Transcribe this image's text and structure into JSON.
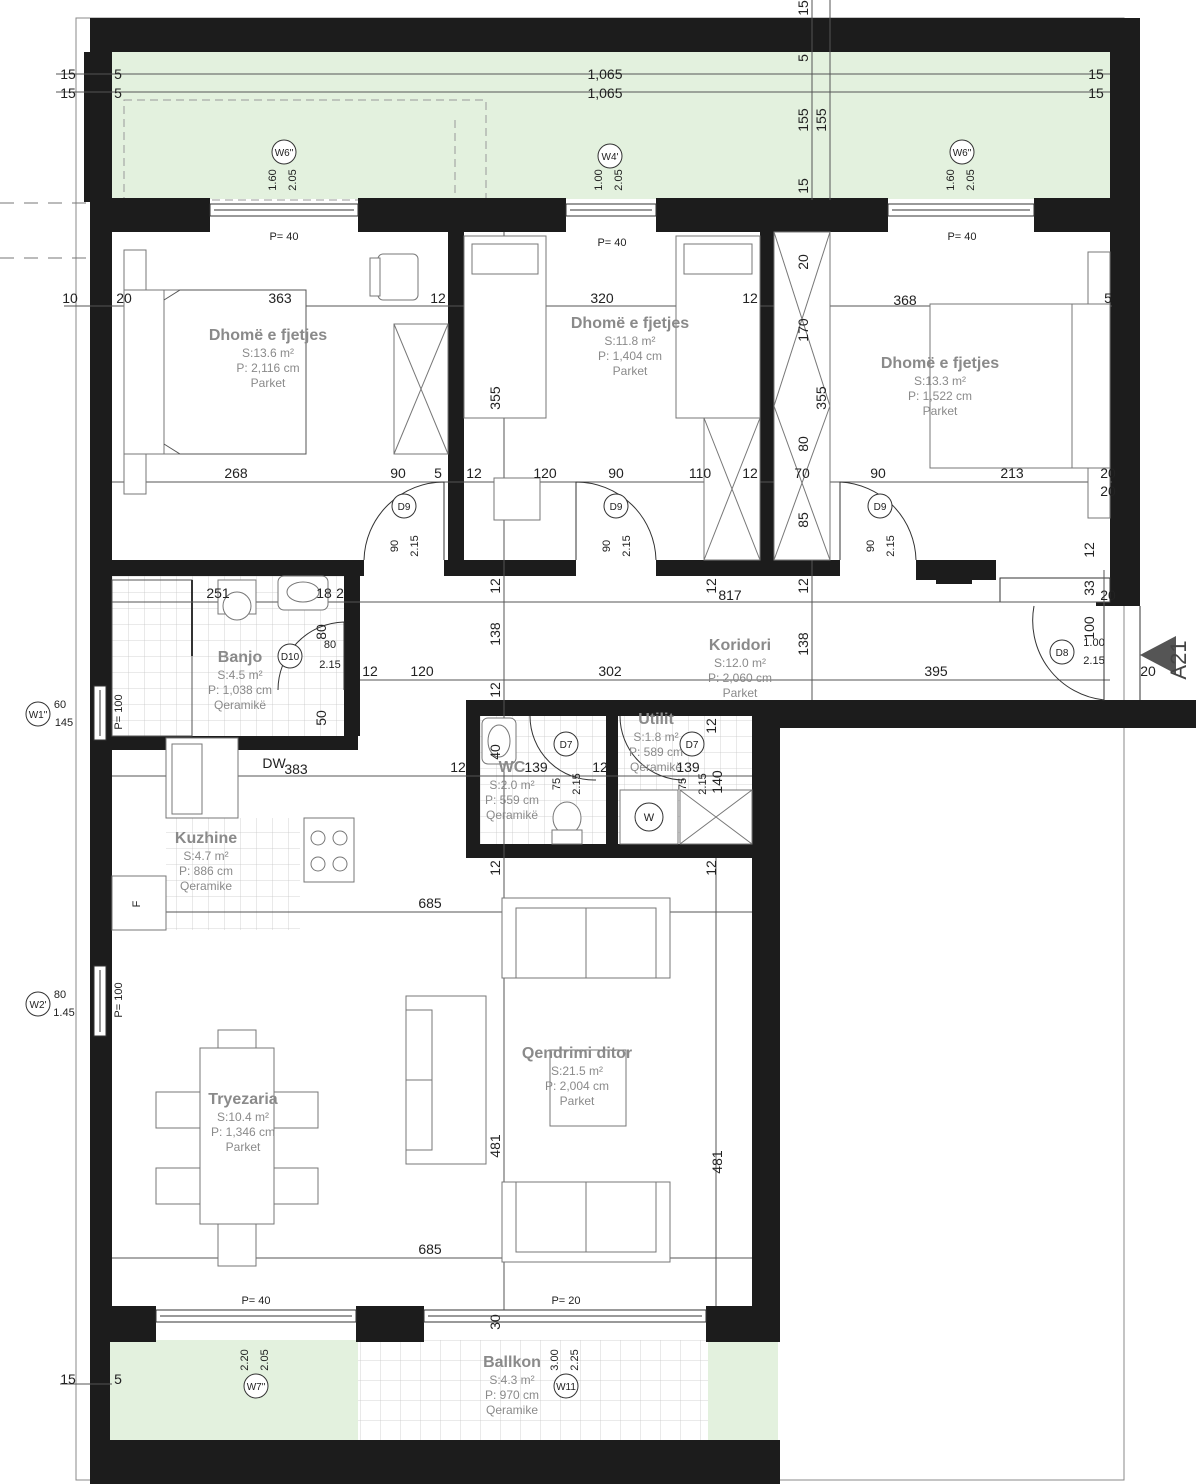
{
  "rooms": [
    {
      "name": "Dhomë e fjetjes",
      "area": "S:13.6 m²",
      "perimeter": "P: 2,116 cm",
      "floor": "Parket"
    },
    {
      "name": "Dhomë e fjetjes",
      "area": "S:11.8 m²",
      "perimeter": "P: 1,404 cm",
      "floor": "Parket"
    },
    {
      "name": "Dhomë e fjetjes",
      "area": "S:13.3 m²",
      "perimeter": "P: 1,522 cm",
      "floor": "Parket"
    },
    {
      "name": "Banjo",
      "area": "S:4.5 m²",
      "perimeter": "P: 1,038 cm",
      "floor": "Qeramikë"
    },
    {
      "name": "Koridori",
      "area": "S:12.0 m²",
      "perimeter": "P: 2,060 cm",
      "floor": "Parket"
    },
    {
      "name": "Utilit",
      "area": "S:1.8 m²",
      "perimeter": "P: 589 cm",
      "floor": "Qeramikë"
    },
    {
      "name": "WC",
      "area": "S:2.0 m²",
      "perimeter": "P: 559 cm",
      "floor": "Qeramikë"
    },
    {
      "name": "Kuzhine",
      "area": "S:4.7 m²",
      "perimeter": "P: 886 cm",
      "floor": "Qeramike"
    },
    {
      "name": "Qendrimi ditor",
      "area": "S:21.5 m²",
      "perimeter": "P: 2,004 cm",
      "floor": "Parket"
    },
    {
      "name": "Tryezaria",
      "area": "S:10.4 m²",
      "perimeter": "P: 1,346 cm",
      "floor": "Parket"
    },
    {
      "name": "Ballkon",
      "area": "S:4.3 m²",
      "perimeter": "P: 970 cm",
      "floor": "Qeramike"
    }
  ],
  "windows": [
    {
      "tag": "W6\"",
      "h1": "1.60",
      "h2": "2.05",
      "sill": "P= 40"
    },
    {
      "tag": "W4'",
      "h1": "1.00",
      "h2": "2.05",
      "sill": "P= 40"
    },
    {
      "tag": "W6\"",
      "h1": "1.60",
      "h2": "2.05",
      "sill": "P= 40"
    },
    {
      "tag": "W1\"",
      "h1": "60",
      "h2": "145",
      "sill": "P= 100"
    },
    {
      "tag": "W2'",
      "h1": "80",
      "h2": "1.45",
      "sill": "P= 100"
    },
    {
      "tag": "W7\"",
      "h1": "2.20",
      "h2": "2.05",
      "sill": "P= 40"
    },
    {
      "tag": "W11",
      "h1": "3.00",
      "h2": "2.25",
      "sill": "P= 20"
    }
  ],
  "doors": [
    {
      "tag": "D9",
      "w": "90",
      "h": "2.15"
    },
    {
      "tag": "D9",
      "w": "90",
      "h": "2.15"
    },
    {
      "tag": "D9",
      "w": "90",
      "h": "2.15"
    },
    {
      "tag": "D10",
      "w": "80",
      "h": "2.15"
    },
    {
      "tag": "D7",
      "w": "75",
      "h": "2.15"
    },
    {
      "tag": "D7",
      "w": "75",
      "h": "2.15"
    },
    {
      "tag": "D8",
      "w": "1.00",
      "h": "2.15"
    }
  ],
  "dims": {
    "top_left_a": "15",
    "top_mid_a": "1,065",
    "top_right_a": "15",
    "top_b5": "5",
    "top_left_b": "15",
    "top_mid_b": "1,065",
    "top_right_b": "15",
    "top_b5b": "5",
    "v15a": "15",
    "v5": "5",
    "v155a": "155",
    "v155b": "155",
    "v15b": "15",
    "r1_left": "10",
    "r1_20": "20",
    "r1_363": "363",
    "r1_12a": "12",
    "r1_320": "320",
    "r1_12b": "12",
    "r1_368": "368",
    "r1_5": "5",
    "r2_268": "268",
    "r2_90a": "90",
    "r2_5": "5",
    "r2_12a": "12",
    "r2_120": "120",
    "r2_90b": "90",
    "r2_110": "110",
    "r2_12b": "12",
    "r2_70": "70",
    "r2_90c": "90",
    "r2_213": "213",
    "r2_20a": "20",
    "r2_20b": "20",
    "v355a": "355",
    "v355b": "355",
    "v20": "20",
    "v170": "170",
    "v80": "80",
    "v85": "85",
    "v12": "12",
    "c_251": "251",
    "c_18": "18",
    "c_2": "2",
    "c_12a": "12",
    "c_817": "817",
    "c_12b": "12",
    "c_12c": "12",
    "c_33": "33",
    "c_20a": "20",
    "c_138a": "138",
    "c_138b": "138",
    "c_80": "80",
    "c_100": "100",
    "c_12d": "12",
    "c_120": "120",
    "c_302": "302",
    "c_395": "395",
    "c_20b": "20",
    "c_12e": "12",
    "c_50": "50",
    "k_383": "383",
    "k_12a": "12",
    "k_139a": "139",
    "k_12b": "12",
    "k_139b": "139",
    "k_140": "140",
    "k_12c": "12",
    "k_12d": "12",
    "k_40": "40",
    "k_12e": "12",
    "l_685a": "685",
    "l_481a": "481",
    "l_481b": "481",
    "l_685b": "685",
    "l_30": "30",
    "b_15": "15",
    "b_5": "5"
  },
  "labels": {
    "dw": "DW",
    "fridge": "F",
    "washer": "W",
    "section": "A21"
  }
}
